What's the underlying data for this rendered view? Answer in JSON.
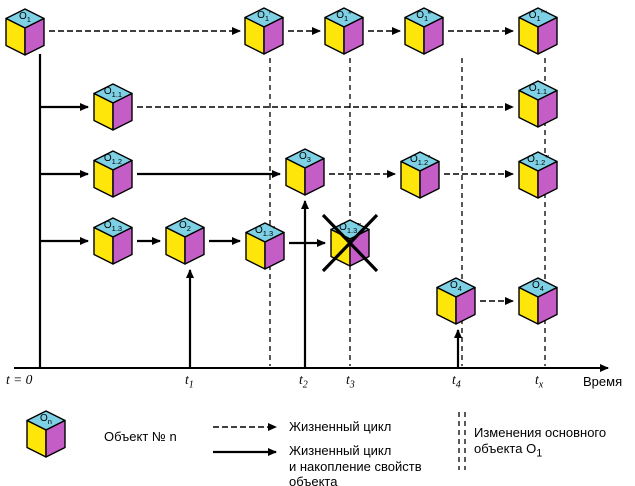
{
  "colors": {
    "cube_top": "#7ed0e4",
    "cube_left": "#ffe60a",
    "cube_right": "#c45ec6",
    "line": "#000000",
    "background": "#ffffff"
  },
  "nodes": [
    {
      "name": "O",
      "sub": "1",
      "prime": ""
    },
    {
      "name": "O",
      "sub": "1",
      "prime": "′"
    },
    {
      "name": "O",
      "sub": "1",
      "prime": "″"
    },
    {
      "name": "O",
      "sub": "1",
      "prime": "‴"
    },
    {
      "name": "O",
      "sub": "1",
      "prime": "⁗"
    },
    {
      "name": "O",
      "sub": "1.1",
      "prime": ""
    },
    {
      "name": "O",
      "sub": "1.1",
      "prime": ""
    },
    {
      "name": "O",
      "sub": "1.2",
      "prime": ""
    },
    {
      "name": "O",
      "sub": "3",
      "prime": ""
    },
    {
      "name": "O",
      "sub": "1.2",
      "prime": "′"
    },
    {
      "name": "O",
      "sub": "1.2",
      "prime": "″"
    },
    {
      "name": "O",
      "sub": "1.3",
      "prime": ""
    },
    {
      "name": "O",
      "sub": "2",
      "prime": ""
    },
    {
      "name": "O",
      "sub": "1.3",
      "prime": "′"
    },
    {
      "name": "O",
      "sub": "1.3",
      "prime": "″"
    },
    {
      "name": "O",
      "sub": "4",
      "prime": ""
    },
    {
      "name": "O",
      "sub": "4",
      "prime": ""
    }
  ],
  "axis": {
    "t0_main": "t",
    "t0_rest": " = 0",
    "ticks": [
      {
        "main": "t",
        "sub": "1"
      },
      {
        "main": "t",
        "sub": "2"
      },
      {
        "main": "t",
        "sub": "3"
      },
      {
        "main": "t",
        "sub": "4"
      },
      {
        "main": "t",
        "sub": "x"
      }
    ],
    "label": "Время"
  },
  "legend": {
    "sample_node": {
      "name": "O",
      "sub": "n",
      "prime": ""
    },
    "object_label": "Объект № n",
    "dashed_label": "Жизненный цикл",
    "solid_label_line1": "Жизненный цикл",
    "solid_label_line2": "и накопление свойств",
    "solid_label_line3": "объекта",
    "changes_label_line1": "Изменения основного",
    "changes_label_line2_main": "объекта O",
    "changes_label_line2_sub": "1"
  }
}
